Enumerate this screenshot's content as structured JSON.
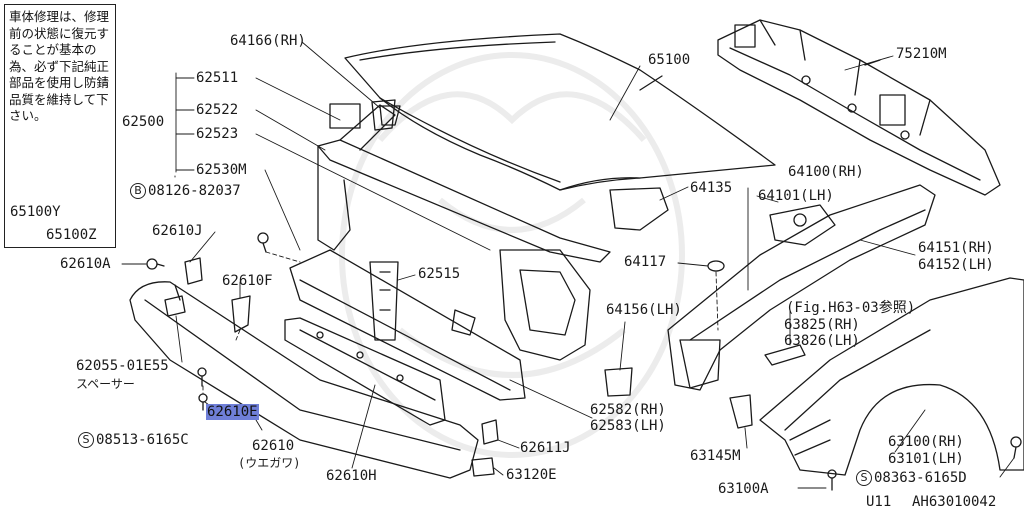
{
  "note": {
    "text": "車体修理は、修理前の状態に復元することが基本の為、必ず下記純正部品を使用し防錆品質を維持して下さい。"
  },
  "labels": {
    "p65100y": "65100Y",
    "p65100z": "65100Z",
    "p64166": "64166(RH)",
    "p65100": "65100",
    "p75210m": "75210M",
    "p62511": "62511",
    "p62500": "62500",
    "p62522": "62522",
    "p62523": "62523",
    "p62530m": "62530M",
    "bolt_b": "B",
    "p08126": "08126-82037",
    "p62610j": "62610J",
    "p62610a": "62610A",
    "p62610f": "62610F",
    "p62515": "62515",
    "p64135": "64135",
    "p64100": "64100(RH)",
    "p64101": "64101(LH)",
    "p64151": "64151(RH)",
    "p64152": "64152(LH)",
    "p64117": "64117",
    "p64156": "64156(LH)",
    "fig_ref": "(Fig.H63-03参照)",
    "p63825": "63825(RH)",
    "p63826": "63826(LH)",
    "p62055": "62055-01E55",
    "spacer": "スペーサー",
    "p62610e": "62610E",
    "screw_s": "S",
    "p08513": "08513-6165C",
    "p62610": "62610",
    "p62610_sub": "(ウエガワ)",
    "p62610h": "62610H",
    "p62582": "62582(RH)",
    "p62583": "62583(LH)",
    "p62611j": "62611J",
    "p63120e": "63120E",
    "p63145m": "63145M",
    "p63100": "63100(RH)",
    "p63101": "63101(LH)",
    "screw_s2": "S",
    "p08363": "08363-6165D",
    "p63100a": "63100A",
    "ref_u11": "U11",
    "ref_code": "AH63010042"
  },
  "colors": {
    "ink": "#1a1a1a",
    "highlight": "#6f7fd8",
    "watermark": "#ececec"
  },
  "icons": [
    "paint-tube-icon",
    "spray-can-icon",
    "bolt-icon",
    "screw-icon",
    "clip-icon",
    "watermark-logo"
  ]
}
